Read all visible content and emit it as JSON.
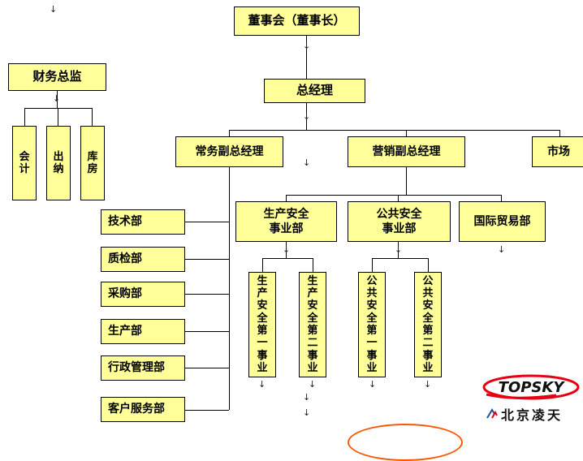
{
  "boxes": {
    "board": {
      "label": "董事会（董事长）"
    },
    "finance_director": {
      "label": "财务总监"
    },
    "accounting": {
      "label": "会\n计"
    },
    "cashier": {
      "label": "出\n纳"
    },
    "warehouse": {
      "label": "库\n房"
    },
    "general_manager": {
      "label": "总经理"
    },
    "executive_deputy_gm": {
      "label": "常务副总经理"
    },
    "marketing_deputy_gm": {
      "label": "营销副总经理"
    },
    "market": {
      "label": "市场"
    },
    "tech_dept": {
      "label": "技术部"
    },
    "qc_dept": {
      "label": "质检部"
    },
    "purchasing_dept": {
      "label": "采购部"
    },
    "production_dept": {
      "label": "生产部"
    },
    "admin_dept": {
      "label": "行政管理部"
    },
    "customer_service_dept": {
      "label": "客户服务部"
    },
    "production_safety_div": {
      "label": "生产安全\n事业部"
    },
    "public_safety_div": {
      "label": "公共安全\n事业部"
    },
    "intl_trade_dept": {
      "label": "国际贸易部"
    },
    "prod_safety_1": {
      "label": "生\n产\n安\n全\n第\n一\n事\n业"
    },
    "prod_safety_2": {
      "label": "生\n产\n安\n全\n第\n二\n事\n业"
    },
    "public_safety_1": {
      "label": "公\n共\n安\n全\n第\n一\n事\n业"
    },
    "public_safety_2": {
      "label": "公\n共\n安\n全\n第\n二\n事\n业"
    }
  },
  "logo": {
    "brand": "TOPSKY",
    "company": "北京凌天"
  },
  "marks": {
    "glyph": "↓"
  },
  "colors": {
    "box_fill": "#FFFF99",
    "box_border": "#000000",
    "connector": "#000000",
    "logo_red": "#E60012",
    "logo_blue": "#1F4FA0",
    "bottom_arc": "#FF5500"
  }
}
